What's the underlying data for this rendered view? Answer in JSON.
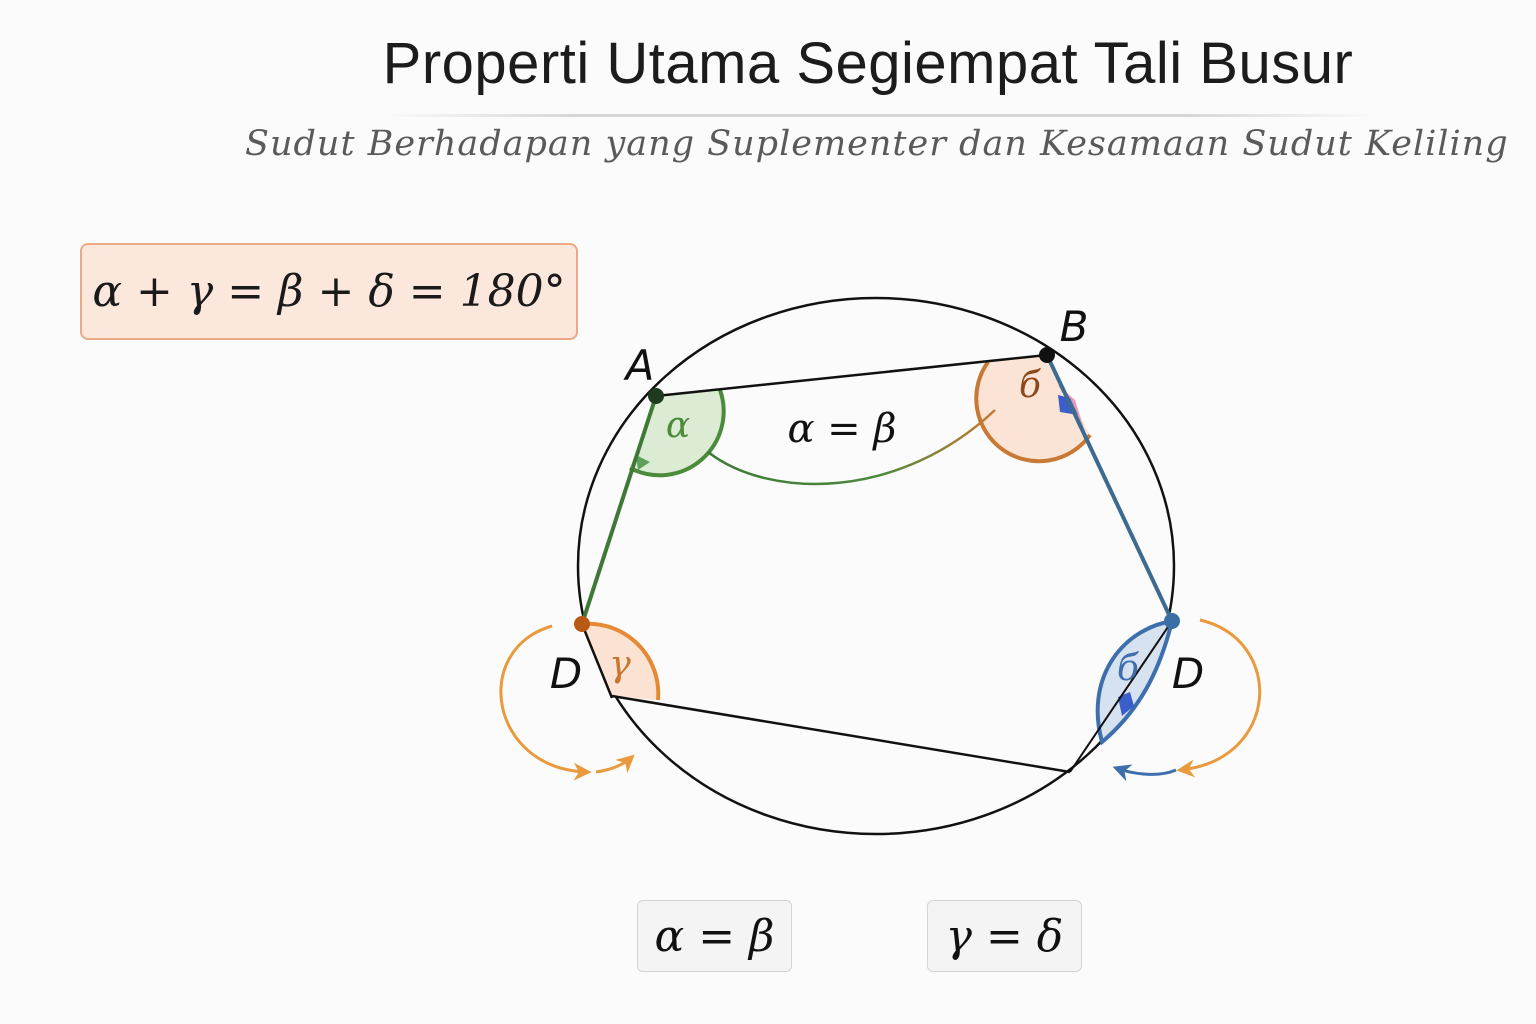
{
  "header": {
    "title": "Properti Utama Segiempat Tali Busur",
    "subtitle": "Sudut Berhadapan yang Suplementer dan Kesamaan Sudut Keliling"
  },
  "formula": {
    "main": "α + γ = β + δ = 180°"
  },
  "diagram": {
    "points": [
      {
        "label": "A",
        "color": "#1f3a1f"
      },
      {
        "label": "B",
        "color": "#111111"
      },
      {
        "label": "D",
        "color": "#b85a16"
      },
      {
        "label": "D",
        "color": "#3a6ea5"
      }
    ],
    "angles": {
      "alpha": {
        "symbol": "α",
        "color": "#4c8a3c",
        "fill": "#dcecd4"
      },
      "beta": {
        "symbol": "б",
        "color": "#c87935",
        "fill": "#fbe4d6"
      },
      "gamma": {
        "symbol": "γ",
        "color": "#e58a34",
        "fill": "#fbe2d2"
      },
      "delta": {
        "symbol": "б",
        "color": "#3d6fad",
        "fill": "#d7e2f0"
      }
    },
    "relation_label": "α = β",
    "colors": {
      "circle": "#111111",
      "green_side": "#4c8a3c",
      "blue_side": "#3d6a8f",
      "orange_arrow": "#e89a3c",
      "blue_arrow": "#3d6fad"
    }
  },
  "equalities": [
    {
      "label": "α = β"
    },
    {
      "label": "γ = δ"
    }
  ]
}
